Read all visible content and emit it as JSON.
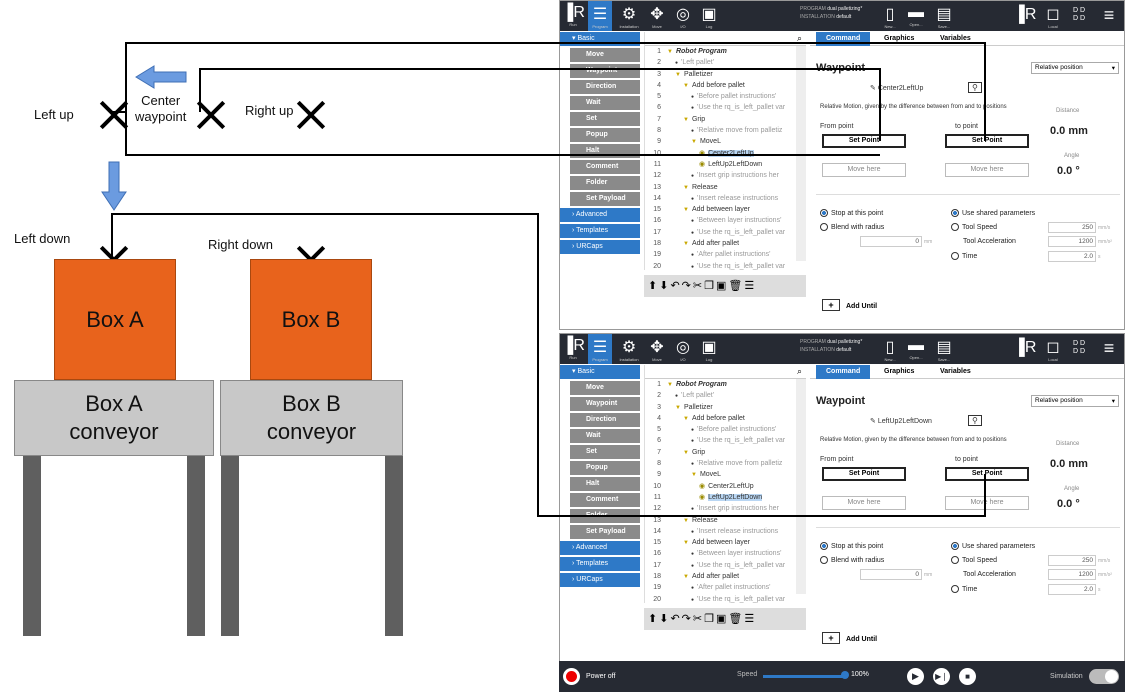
{
  "diagram": {
    "labels": {
      "left_up": "Left up",
      "center_waypoint": "Center\nwaypoint",
      "right_up": "Right up",
      "left_down": "Left down",
      "right_down": "Right down"
    },
    "boxes": {
      "a": "Box A",
      "b": "Box B"
    },
    "conveyors": {
      "a": "Box A\nconveyor",
      "b": "Box B\nconveyor"
    }
  },
  "panels": [
    {
      "program": "dual palletizing*",
      "installation": "default",
      "program_label": "PROGRAM",
      "installation_label": "INSTALLATION",
      "topbar": {
        "run": "Run",
        "program": "Program",
        "installation": "Installation",
        "move": "Move",
        "io": "I/O",
        "log": "Log",
        "new": "New...",
        "open": "Open...",
        "save": "Save...",
        "local": "Local"
      },
      "sidebar": {
        "basic": "Basic",
        "items": [
          "Move",
          "Waypoint",
          "Direction",
          "Wait",
          "Set",
          "Popup",
          "Halt",
          "Comment",
          "Folder",
          "Set Payload"
        ],
        "advanced": "Advanced",
        "templates": "Templates",
        "urcaps": "URCaps"
      },
      "tree": [
        {
          "n": "1",
          "t": "Robot Program",
          "ind": 0,
          "gray": false,
          "sel": false
        },
        {
          "n": "2",
          "t": "'Left pallet'",
          "ind": 1,
          "gray": true,
          "sel": false
        },
        {
          "n": "3",
          "t": "Palletizer",
          "ind": 1,
          "gray": false,
          "sel": false
        },
        {
          "n": "4",
          "t": "Add before pallet",
          "ind": 2,
          "gray": false,
          "sel": false
        },
        {
          "n": "5",
          "t": "'Before pallet instructions'",
          "ind": 3,
          "gray": true,
          "sel": false
        },
        {
          "n": "6",
          "t": "'Use the rq_is_left_pallet var",
          "ind": 3,
          "gray": true,
          "sel": false
        },
        {
          "n": "7",
          "t": "Grip",
          "ind": 2,
          "gray": false,
          "sel": false
        },
        {
          "n": "8",
          "t": "'Relative move from palletiz",
          "ind": 3,
          "gray": true,
          "sel": false
        },
        {
          "n": "9",
          "t": "MoveL",
          "ind": 3,
          "gray": false,
          "sel": false
        },
        {
          "n": "10",
          "t": "Center2LeftUp",
          "ind": 4,
          "gray": false,
          "sel": true
        },
        {
          "n": "11",
          "t": "LeftUp2LeftDown",
          "ind": 4,
          "gray": false,
          "sel": false
        },
        {
          "n": "12",
          "t": "'Insert grip instructions her",
          "ind": 3,
          "gray": true,
          "sel": false
        },
        {
          "n": "13",
          "t": "Release",
          "ind": 2,
          "gray": false,
          "sel": false
        },
        {
          "n": "14",
          "t": "'Insert release instructions",
          "ind": 3,
          "gray": true,
          "sel": false
        },
        {
          "n": "15",
          "t": "Add between layer",
          "ind": 2,
          "gray": false,
          "sel": false
        },
        {
          "n": "16",
          "t": "'Between layer instructions'",
          "ind": 3,
          "gray": true,
          "sel": false
        },
        {
          "n": "17",
          "t": "'Use the rq_is_left_pallet var",
          "ind": 3,
          "gray": true,
          "sel": false
        },
        {
          "n": "18",
          "t": "Add after pallet",
          "ind": 2,
          "gray": false,
          "sel": false
        },
        {
          "n": "19",
          "t": "'After pallet instructions'",
          "ind": 3,
          "gray": true,
          "sel": false
        },
        {
          "n": "20",
          "t": "'Use the rq_is_left_pallet var",
          "ind": 3,
          "gray": true,
          "sel": false
        }
      ],
      "tabs": [
        "Command",
        "Graphics",
        "Variables"
      ],
      "waypoint_title": "Waypoint",
      "waypoint_name": "Center2LeftUp",
      "relative_position": "Relative position",
      "relative_desc": "Relative Motion, given by the difference between from and to positions",
      "from_point": "From point",
      "to_point": "to point",
      "set_point": "Set Point",
      "move_here": "Move here",
      "distance_label": "Distance",
      "distance": "0.0 mm",
      "angle_label": "Angle",
      "angle": "0.0 °",
      "stop_at_point": "Stop at this point",
      "blend_radius": "Blend with radius",
      "blend_val": "0",
      "blend_unit": "mm",
      "use_shared": "Use shared parameters",
      "tool_speed": "Tool Speed",
      "tool_speed_val": "250",
      "tool_speed_unit": "mm/s",
      "tool_accel": "Tool Acceleration",
      "tool_accel_val": "1200",
      "tool_accel_unit": "mm/s²",
      "time": "Time",
      "time_val": "2.0",
      "time_unit": "s",
      "add_until": "Add Until"
    },
    {
      "program": "dual palletizing*",
      "installation": "default",
      "program_label": "PROGRAM",
      "installation_label": "INSTALLATION",
      "topbar": {
        "run": "Run",
        "program": "Program",
        "installation": "Installation",
        "move": "Move",
        "io": "I/O",
        "log": "Log",
        "new": "New...",
        "open": "Open...",
        "save": "Save...",
        "local": "Local"
      },
      "sidebar": {
        "basic": "Basic",
        "items": [
          "Move",
          "Waypoint",
          "Direction",
          "Wait",
          "Set",
          "Popup",
          "Halt",
          "Comment",
          "Folder",
          "Set Payload"
        ],
        "advanced": "Advanced",
        "templates": "Templates",
        "urcaps": "URCaps"
      },
      "tree": [
        {
          "n": "1",
          "t": "Robot Program",
          "ind": 0,
          "gray": false,
          "sel": false
        },
        {
          "n": "2",
          "t": "'Left pallet'",
          "ind": 1,
          "gray": true,
          "sel": false
        },
        {
          "n": "3",
          "t": "Palletizer",
          "ind": 1,
          "gray": false,
          "sel": false
        },
        {
          "n": "4",
          "t": "Add before pallet",
          "ind": 2,
          "gray": false,
          "sel": false
        },
        {
          "n": "5",
          "t": "'Before pallet instructions'",
          "ind": 3,
          "gray": true,
          "sel": false
        },
        {
          "n": "6",
          "t": "'Use the rq_is_left_pallet var",
          "ind": 3,
          "gray": true,
          "sel": false
        },
        {
          "n": "7",
          "t": "Grip",
          "ind": 2,
          "gray": false,
          "sel": false
        },
        {
          "n": "8",
          "t": "'Relative move from palletiz",
          "ind": 3,
          "gray": true,
          "sel": false
        },
        {
          "n": "9",
          "t": "MoveL",
          "ind": 3,
          "gray": false,
          "sel": false
        },
        {
          "n": "10",
          "t": "Center2LeftUp",
          "ind": 4,
          "gray": false,
          "sel": false
        },
        {
          "n": "11",
          "t": "LeftUp2LeftDown",
          "ind": 4,
          "gray": false,
          "sel": true
        },
        {
          "n": "12",
          "t": "'Insert grip instructions her",
          "ind": 3,
          "gray": true,
          "sel": false
        },
        {
          "n": "13",
          "t": "Release",
          "ind": 2,
          "gray": false,
          "sel": false
        },
        {
          "n": "14",
          "t": "'Insert release instructions",
          "ind": 3,
          "gray": true,
          "sel": false
        },
        {
          "n": "15",
          "t": "Add between layer",
          "ind": 2,
          "gray": false,
          "sel": false
        },
        {
          "n": "16",
          "t": "'Between layer instructions'",
          "ind": 3,
          "gray": true,
          "sel": false
        },
        {
          "n": "17",
          "t": "'Use the rq_is_left_pallet var",
          "ind": 3,
          "gray": true,
          "sel": false
        },
        {
          "n": "18",
          "t": "Add after pallet",
          "ind": 2,
          "gray": false,
          "sel": false
        },
        {
          "n": "19",
          "t": "'After pallet instructions'",
          "ind": 3,
          "gray": true,
          "sel": false
        },
        {
          "n": "20",
          "t": "'Use the rq_is_left_pallet var",
          "ind": 3,
          "gray": true,
          "sel": false
        }
      ],
      "tabs": [
        "Command",
        "Graphics",
        "Variables"
      ],
      "waypoint_title": "Waypoint",
      "waypoint_name": "LeftUp2LeftDown",
      "relative_position": "Relative position",
      "relative_desc": "Relative Motion, given by the difference between from and to positions",
      "from_point": "From point",
      "to_point": "to point",
      "set_point": "Set Point",
      "move_here": "Move here",
      "distance_label": "Distance",
      "distance": "0.0 mm",
      "angle_label": "Angle",
      "angle": "0.0 °",
      "stop_at_point": "Stop at this point",
      "blend_radius": "Blend with radius",
      "blend_val": "0",
      "blend_unit": "mm",
      "use_shared": "Use shared parameters",
      "tool_speed": "Tool Speed",
      "tool_speed_val": "250",
      "tool_speed_unit": "mm/s",
      "tool_accel": "Tool Acceleration",
      "tool_accel_val": "1200",
      "tool_accel_unit": "mm/s²",
      "time": "Time",
      "time_val": "2.0",
      "time_unit": "s",
      "add_until": "Add Until"
    }
  ],
  "bottombar": {
    "power": "Power off",
    "speed_label": "Speed",
    "speed": "100%",
    "speed_fraction": 1.0,
    "simulation": "Simulation"
  },
  "colors": {
    "accent": "#2e79c7",
    "box": "#e8631c",
    "conveyor": "#c8c8c8",
    "topbar": "#262a33",
    "arrow": "#6b9be0"
  }
}
